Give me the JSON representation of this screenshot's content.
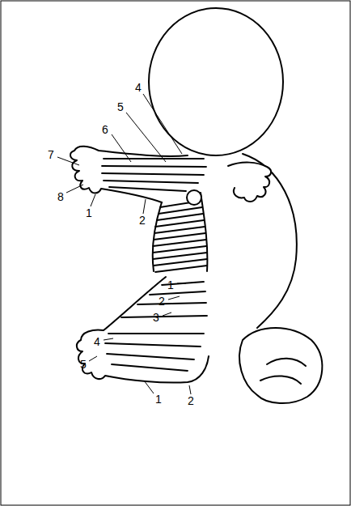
{
  "diagram": {
    "labels": [
      "4",
      "5",
      "6",
      "7",
      "8",
      "1",
      "2",
      "1",
      "2",
      "3",
      "4",
      "5",
      "1",
      "2"
    ]
  }
}
